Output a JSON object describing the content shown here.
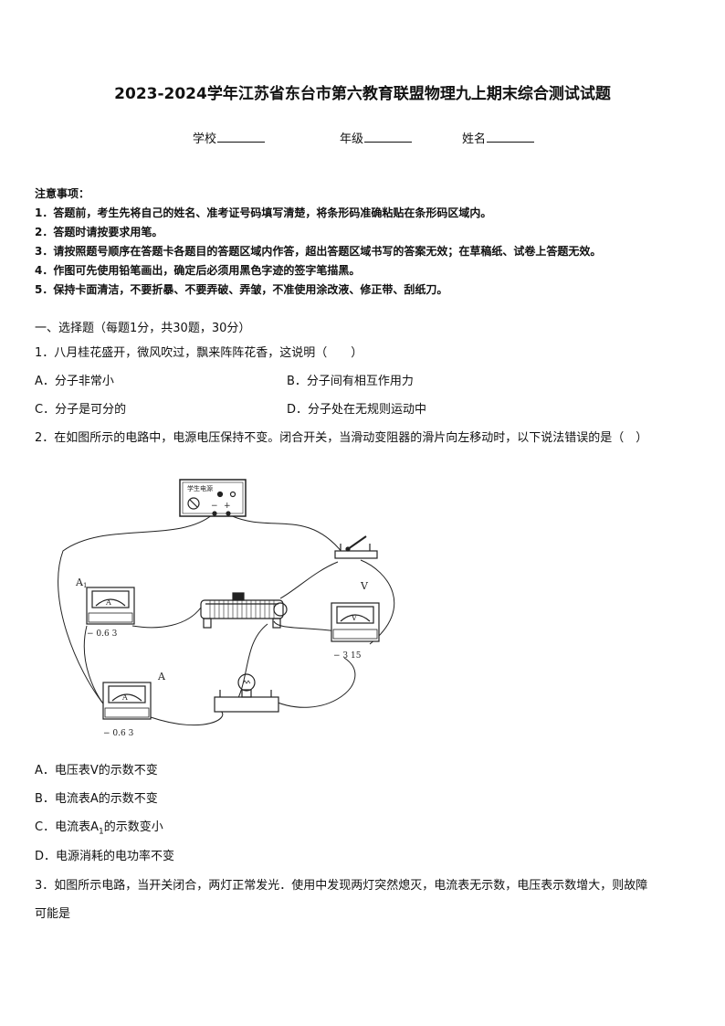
{
  "title": "2023-2024学年江苏省东台市第六教育联盟物理九上期末综合测试试题",
  "info": {
    "school_label": "学校",
    "grade_label": "年级",
    "name_label": "姓名"
  },
  "notes": {
    "heading": "注意事项：",
    "items": [
      "1．答题前，考生先将自己的姓名、准考证号码填写清楚，将条形码准确粘贴在条形码区域内。",
      "2．答题时请按要求用笔。",
      "3．请按照题号顺序在答题卡各题目的答题区域内作答，超出答题区域书写的答案无效；在草稿纸、试卷上答题无效。",
      "4．作图可先使用铅笔画出，确定后必须用黑色字迹的签字笔描黑。",
      "5．保持卡面清洁，不要折暴、不要弄破、弄皱，不准使用涂改液、修正带、刮纸刀。"
    ]
  },
  "section_title": "一、选择题（每题1分，共30题，30分）",
  "questions": [
    {
      "stem": "1．八月桂花盛开，微风吹过，飘来阵阵花香，这说明（　　）",
      "options": [
        "A．分子非常小",
        "B．分子间有相互作用力",
        "C．分子是可分的",
        "D．分子处在无规则运动中"
      ]
    },
    {
      "stem": "2．在如图所示的电路中，电源电压保持不变。闭合开关，当滑动变阻器的滑片向左移动时，以下说法错误的是（　）",
      "options": [
        "A．电压表V的示数不变",
        "B．电流表A的示数不变",
        "C．电流表A",
        "的示数变小",
        "D．电源消耗的电功率不变"
      ],
      "option_c_sub": "1"
    },
    {
      "stem_line1": "3．如图所示电路，当开关闭合，两灯正常发光．使用中发现两灯突然熄灭，电流表无示数，电压表示数增大，则故障",
      "stem_line2": "可能是"
    }
  ],
  "figure": {
    "power_label": "学生电源",
    "power_minus": "−",
    "power_plus": "+",
    "a1_label": "A",
    "a1_sub": "1",
    "a1_scale": "− 0.6  3",
    "a_label": "A",
    "a_scale": "− 0.6  3",
    "v_label": "V",
    "v_scale": "−  3 15",
    "meter_a_face": "A",
    "meter_v_face": "V"
  }
}
